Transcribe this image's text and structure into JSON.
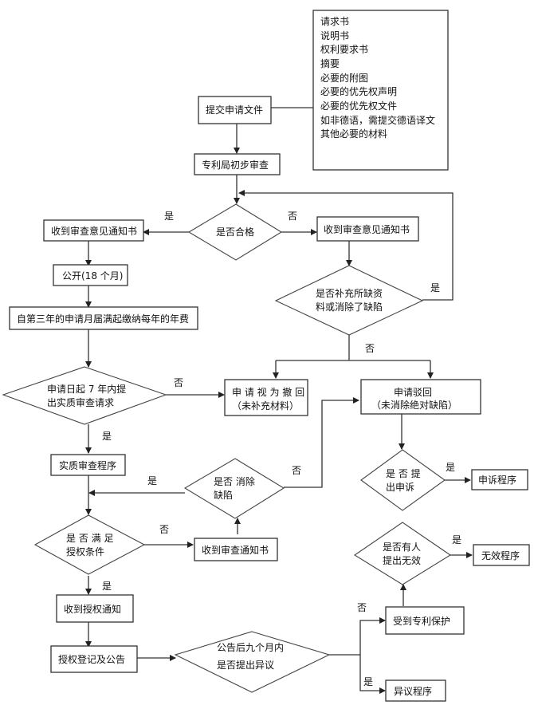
{
  "documents_list": {
    "items": [
      "请求书",
      "说明书",
      "权利要求书",
      "摘要",
      "必要的附图",
      "必要的优先权声明",
      "必要的优先权文件",
      "如非德语，需提交德语译文",
      "其他必要的材料"
    ]
  },
  "nodes": {
    "submit": "提交申请文件",
    "prelim": "专利局初步审查",
    "qualified": "是否合格",
    "notice_left": "收到审查意见通知书",
    "notice_right": "收到审查意见通知书",
    "publish": "公开(18 个月)",
    "annual_fee": "自第三年的申请月届满起缴纳每年的年费",
    "supplement_l1": "是否补充所缺资",
    "supplement_l2": "料或消除了缺陷",
    "exam_request_l1": "申请日起 7 年内提",
    "exam_request_l2": "出实质审查请求",
    "withdrawn_l1": "申 请 视 为 撤 回",
    "withdrawn_l2": "（未补充材料）",
    "rejected_l1": "申请驳回",
    "rejected_l2": "（未消除绝对缺陷）",
    "substantive": "实质审查程序",
    "eliminate_l1": "是否 消除",
    "eliminate_l2": "缺陷",
    "appeal_q_l1": "是 否 提",
    "appeal_q_l2": "出申诉",
    "appeal_proc": "申诉程序",
    "grant_cond_l1": "是 否 满 足",
    "grant_cond_l2": "授权条件",
    "exam_notice": "收到审查通知书",
    "invalid_q_l1": "是否有人",
    "invalid_q_l2": "提出无效",
    "invalid_proc": "无效程序",
    "grant_notice": "收到授权通知",
    "protected": "受到专利保护",
    "register": "授权登记及公告",
    "opposition_q_l1": "公告后九个月内",
    "opposition_q_l2": "是否提出异议",
    "opposition_proc": "异议程序"
  },
  "labels": {
    "yes": "是",
    "no": "否"
  },
  "colors": {
    "line": "#333333",
    "background": "#ffffff"
  }
}
